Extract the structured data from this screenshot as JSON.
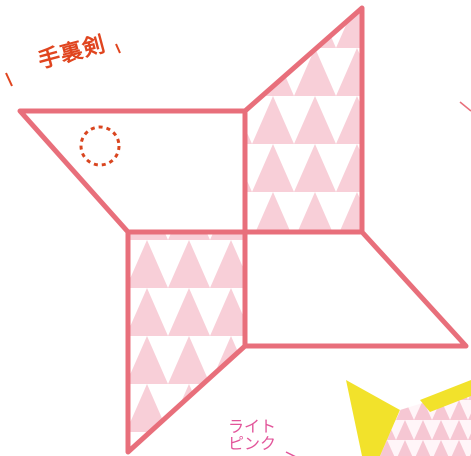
{
  "label_title": "手裏剣",
  "label_color": {
    "line1": "ライト",
    "line2": "ピンク"
  },
  "icon_names": [
    "dotted-circle-icon",
    "shuriken-illustration"
  ],
  "colors": {
    "outline": "#e86f7b",
    "pattern": "#f8cfd8",
    "title_text": "#e0451f",
    "note_text": "#e2559a",
    "dotted_circle": "#d9451f",
    "yellow_accent": "#f2e22b"
  }
}
